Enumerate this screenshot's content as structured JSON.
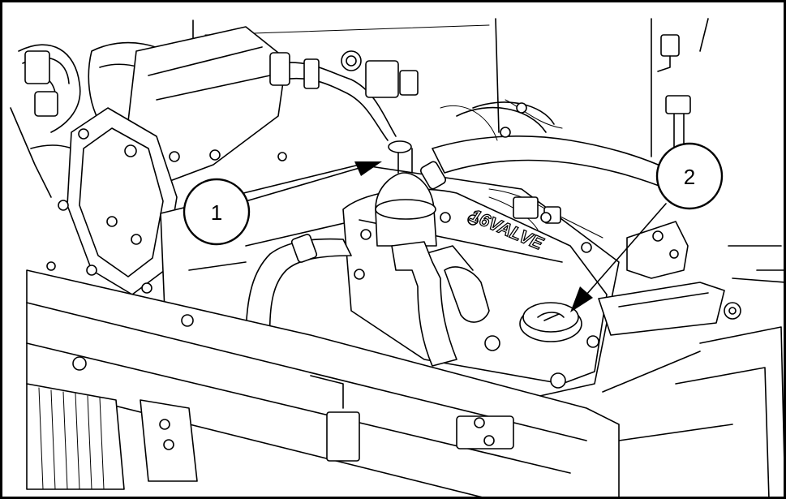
{
  "callouts": [
    {
      "label": "1"
    },
    {
      "label": "2"
    }
  ],
  "engraving": {
    "text": "16VALVE"
  },
  "colors": {
    "line": "#000000",
    "background": "#ffffff"
  }
}
